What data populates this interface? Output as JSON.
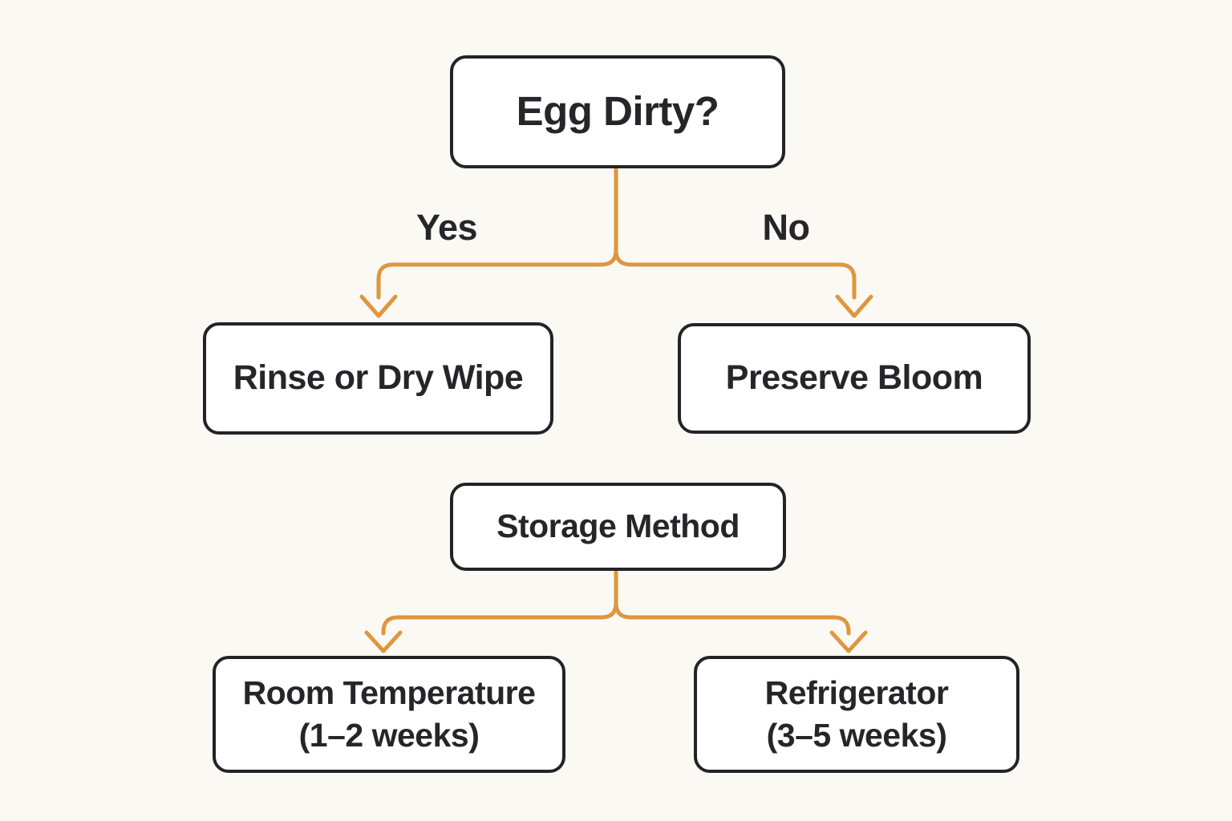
{
  "colors": {
    "background": "#FAF9F3",
    "node_fill": "#FFFFFF",
    "node_border": "#232327",
    "text": "#26262A",
    "accent": "#E0953F"
  },
  "diagram": {
    "type": "flowchart",
    "nodes": {
      "egg_dirty": {
        "label": "Egg Dirty?"
      },
      "rinse": {
        "label": "Rinse or Dry Wipe"
      },
      "preserve": {
        "label": "Preserve Bloom"
      },
      "storage": {
        "label": "Storage Method"
      },
      "room": {
        "label": "Room Temperature",
        "sublabel": "(1–2 weeks)"
      },
      "fridge": {
        "label": "Refrigerator",
        "sublabel": "(3–5 weeks)"
      }
    },
    "edge_labels": {
      "yes": "Yes",
      "no": "No"
    },
    "edges": [
      {
        "from": "egg_dirty",
        "to": "rinse",
        "label": "Yes"
      },
      {
        "from": "egg_dirty",
        "to": "preserve",
        "label": "No"
      },
      {
        "from": "storage",
        "to": "room"
      },
      {
        "from": "storage",
        "to": "fridge"
      }
    ]
  }
}
